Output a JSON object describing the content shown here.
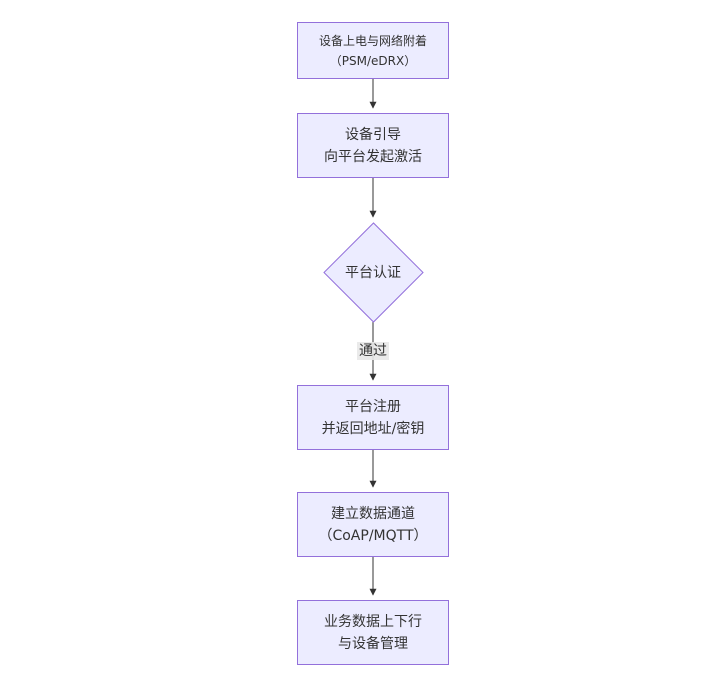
{
  "diagram": {
    "type": "flowchart",
    "direction": "top-down",
    "nodes": [
      {
        "id": "power-attach",
        "shape": "rect",
        "lines": [
          "设备上电与网络附着",
          "（PSM/eDRX）"
        ]
      },
      {
        "id": "bootstrap",
        "shape": "rect",
        "lines": [
          "设备引导",
          "向平台发起激活"
        ]
      },
      {
        "id": "platform-auth",
        "shape": "diamond",
        "lines": [
          "平台认证"
        ]
      },
      {
        "id": "platform-register",
        "shape": "rect",
        "lines": [
          "平台注册",
          "并返回地址/密钥"
        ]
      },
      {
        "id": "data-channel",
        "shape": "rect",
        "lines": [
          "建立数据通道",
          "（CoAP/MQTT）"
        ]
      },
      {
        "id": "business-data",
        "shape": "rect",
        "lines": [
          "业务数据上下行",
          "与设备管理"
        ]
      }
    ],
    "edges": [
      {
        "from": "power-attach",
        "to": "bootstrap",
        "label": ""
      },
      {
        "from": "bootstrap",
        "to": "platform-auth",
        "label": ""
      },
      {
        "from": "platform-auth",
        "to": "platform-register",
        "label": "通过"
      },
      {
        "from": "platform-register",
        "to": "data-channel",
        "label": ""
      },
      {
        "from": "data-channel",
        "to": "business-data",
        "label": ""
      }
    ],
    "colors": {
      "node_fill": "#ECECFF",
      "node_border": "#9370DB",
      "text": "#333333",
      "edge": "#333333",
      "edge_label_bg": "#E8E8E8",
      "background": "#FFFFFF"
    }
  }
}
